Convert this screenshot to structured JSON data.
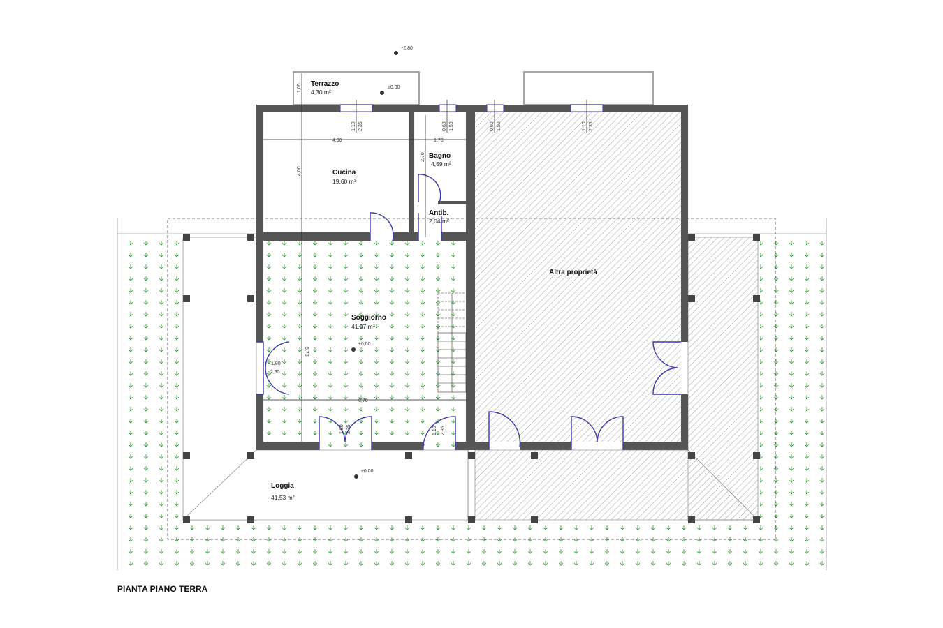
{
  "title": "PIANTA PIANO TERRA",
  "rooms": {
    "terrazzo": {
      "name": "Terrazzo",
      "area": "4,30 m²"
    },
    "cucina": {
      "name": "Cucina",
      "area": "19,60 m²"
    },
    "bagno": {
      "name": "Bagno",
      "area": "4,59 m²"
    },
    "antib": {
      "name": "Antib.",
      "area": "2,04 m²"
    },
    "soggiorno": {
      "name": "Soggiorno",
      "area": "41,97 m²"
    },
    "loggia": {
      "name": "Loggia",
      "area": "41,53 m²"
    },
    "altra": {
      "name": "Altra proprietà"
    }
  },
  "levels": {
    "outside": "-2,80",
    "terrazzo": "±0,00",
    "soggiorno": "±0,00",
    "loggia": "±0,00"
  },
  "dimensions": {
    "terrazzo_depth": "1,05",
    "cucina_width": "4,90",
    "cucina_depth": "4,00",
    "bagno_width": "1,70",
    "bagno_depth": "2,70",
    "win1_w": "1,10",
    "win1_h": "2,35",
    "win2_w": "0,60",
    "win2_h": "1,50",
    "win3_w": "0,60",
    "win3_h": "1,50",
    "win4_w": "1,10",
    "win4_h": "2,35",
    "soggiorno_depth": "6,70",
    "soggiorno_width": "6,70",
    "door_left_w": "1,80",
    "door_left_h": "2,35",
    "door_front_w": "1,80",
    "door_front_h": "2,35",
    "door_right_w": "1,10",
    "door_right_h": "2,35"
  },
  "colors": {
    "wall": "#555555",
    "door": "#3a3aa8",
    "grass": "#2e9a3a"
  }
}
